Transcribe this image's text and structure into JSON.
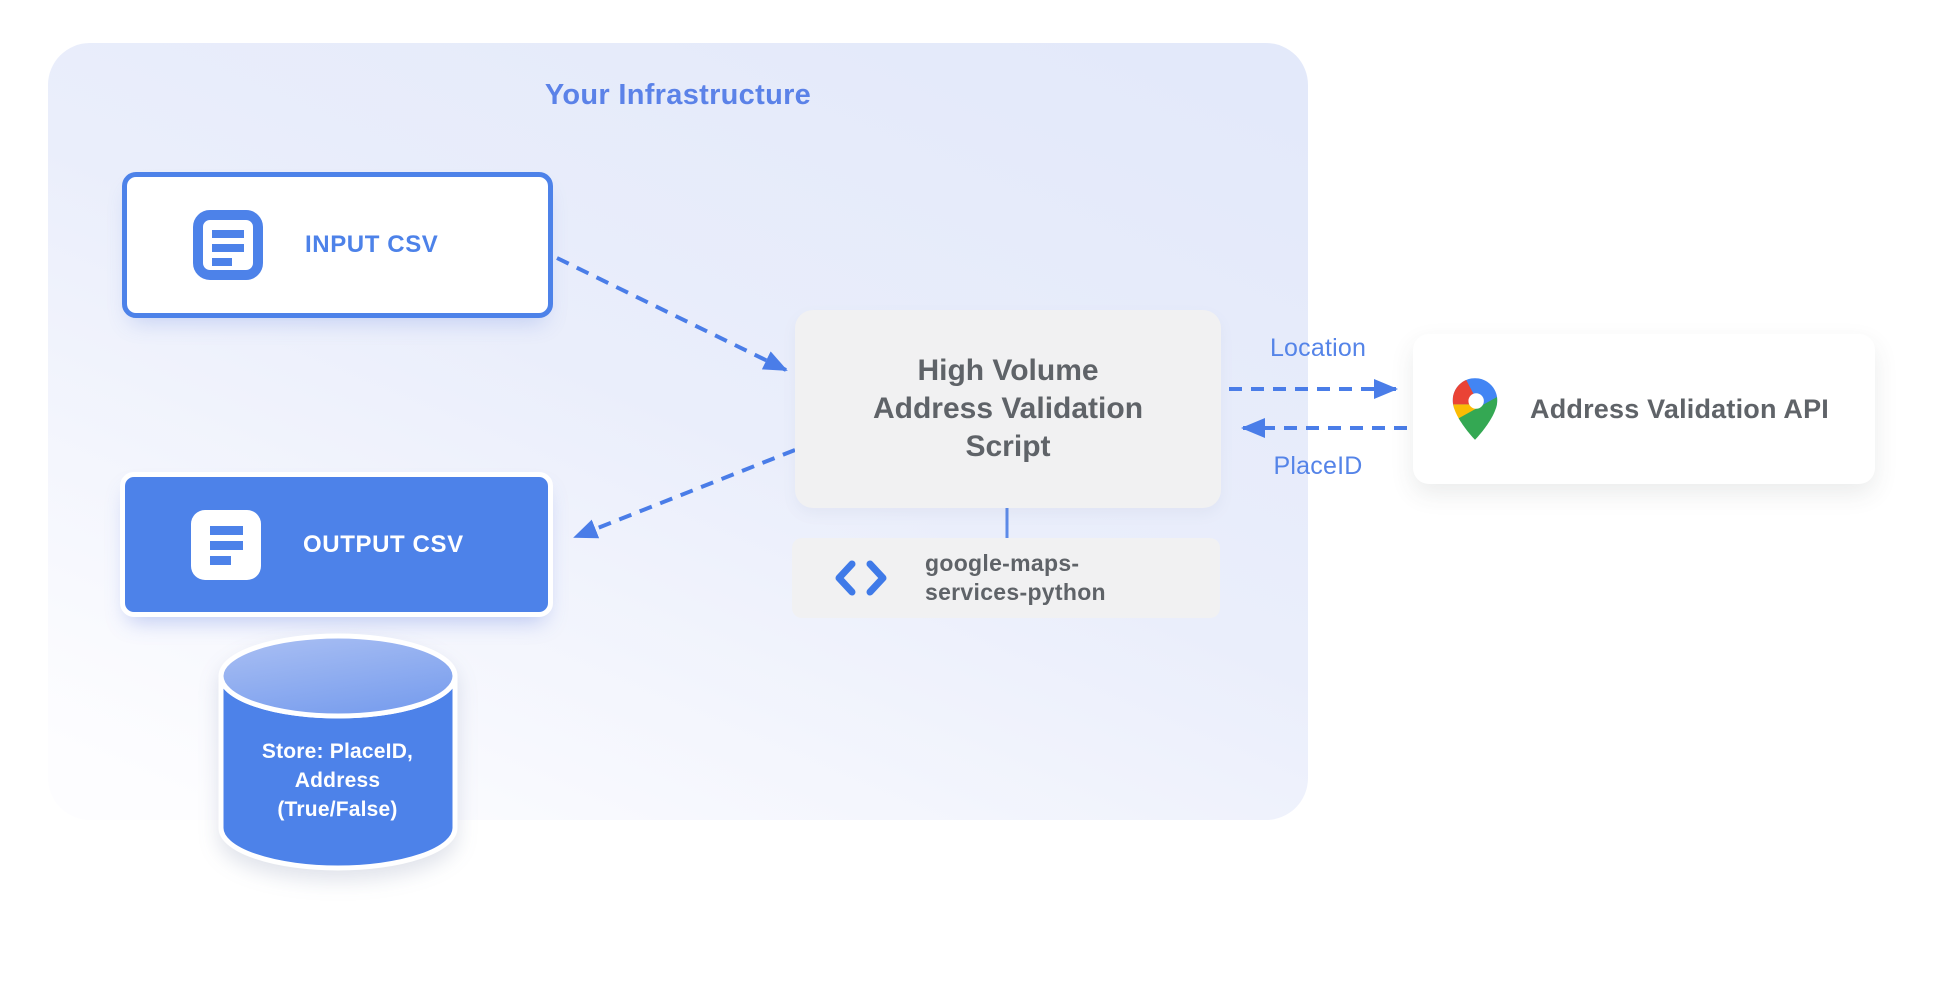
{
  "panel": {
    "title": "Your Infrastructure"
  },
  "nodes": {
    "input_csv": {
      "label": "INPUT CSV"
    },
    "output_csv": {
      "label": "OUTPUT CSV"
    },
    "script": {
      "line1": "High Volume",
      "line2": "Address Validation",
      "line3": "Script"
    },
    "library": {
      "line1": "google-maps-",
      "line2": "services-python"
    },
    "datastore": {
      "line1": "Store: PlaceID,",
      "line2": "Address",
      "line3": "(True/False)"
    },
    "api": {
      "label": "Address Validation API"
    }
  },
  "edges": {
    "location_label": "Location",
    "placeid_label": "PlaceID"
  },
  "icons": {
    "input_csv": "document-icon",
    "output_csv": "document-icon",
    "library": "code-brackets-icon",
    "api": "google-maps-pin-icon"
  },
  "colors": {
    "primary_blue": "#4d82e9",
    "arrow_blue": "#4a7de8",
    "title_blue": "#5b82e8",
    "edge_label_blue": "#5584e8",
    "text_gray": "#5f6368",
    "box_gray": "#f1f1f2",
    "panel_lavender": "#e3e9fa",
    "pin_red": "#ea4335",
    "pin_blue": "#4285f4",
    "pin_yellow": "#fbbc04",
    "pin_green": "#34a853"
  }
}
